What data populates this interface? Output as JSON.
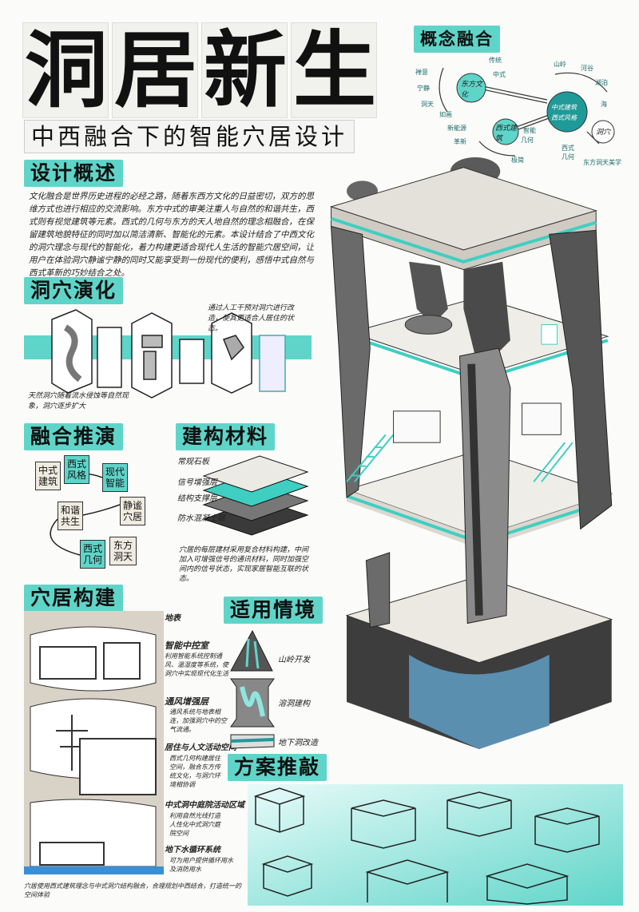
{
  "title": [
    "洞",
    "居",
    "新",
    "生"
  ],
  "subtitle": "中西融合下的智能穴居设计",
  "sections": {
    "overview": "设计概述",
    "evolution": "洞穴演化",
    "fusion": "融合推演",
    "materials": "建构材料",
    "construction": "穴居构建",
    "scenarios": "适用情境",
    "scheme": "方案推敲",
    "concept": "概念融合"
  },
  "overview_text": "文化融合是世界历史进程的必经之路，随着东西方文化的日益密切，双方的思维方式也进行相应的交流影响。东方中式的审美注重人与自然的和谐共生，西式则有视觉建筑等元素。西式的几何与东方的天人地自然的理念相融合，在保留建筑地貌特征的同时加以简洁清新、智能化的元素。本设计结合了中西文化的洞穴理念与现代的智能化，着力构建更适合现代人生活的智能穴居空间，让用户在体验洞穴静谧宁静的同时又能享受到一份现代的便利，感悟中式自然与西式革新的巧妙结合之处。",
  "concept_map": {
    "nodes": [
      "东方文化",
      "中式建筑 西式风格",
      "西式建筑",
      "洞穴"
    ],
    "east_branches": [
      "禅意",
      "宁静",
      "洞天",
      "如画",
      "传统",
      "中式"
    ],
    "center_branches": [
      "山岭",
      "河谷",
      "湖泊",
      "海"
    ],
    "west_branches": [
      "新能源",
      "革新",
      "极简",
      "几何",
      "智能"
    ],
    "cave_branches": [
      "西式几何",
      "东方洞天美学"
    ]
  },
  "evolution_notes": [
    "天然洞穴随着流水侵蚀等自然现象，洞穴逐步扩大",
    "通过人工干预对洞穴进行改造，使其更适合人居住的状态。"
  ],
  "fusion_cards": [
    "中式建筑",
    "西式风格",
    "现代智能",
    "静谧穴居",
    "和谐共生",
    "西式几何",
    "东方洞天"
  ],
  "material_layers": [
    "常规石板",
    "信号增强层",
    "结构支撑层",
    "防水混凝土层"
  ],
  "material_note": "穴居的每层建材采用复合材料构建，中间加入可增强信号的通讯材料，同时加强空间内的信号状态，实现家居智能互联的状态。",
  "construction_notes": [
    {
      "title": "地表",
      "text": ""
    },
    {
      "title": "智能中控室",
      "text": "利用智能系统控制通风、温湿度等系统，使洞穴中实现现代化生活"
    },
    {
      "title": "通风增强层",
      "text": "通风系统与地表相连，加强洞穴中的空气流通。"
    },
    {
      "title": "居住与人文活动空间",
      "text": "西式几何构建居住空间，融合东方传统文化，与洞穴环境相协调"
    },
    {
      "title": "中式洞中庭院活动区域",
      "text": "利用自然光线打造人性化中式洞穴庭院空间"
    },
    {
      "title": "地下水循环系统",
      "text": "可为用户提供循环用水及消防用水"
    }
  ],
  "construction_footer": "穴居使用西式建筑理念与中式洞穴结构融合，合理规划中西结合，打造统一的空间体验",
  "scenarios": [
    "山岭开发",
    "溶洞建构",
    "地下洞改造"
  ]
}
